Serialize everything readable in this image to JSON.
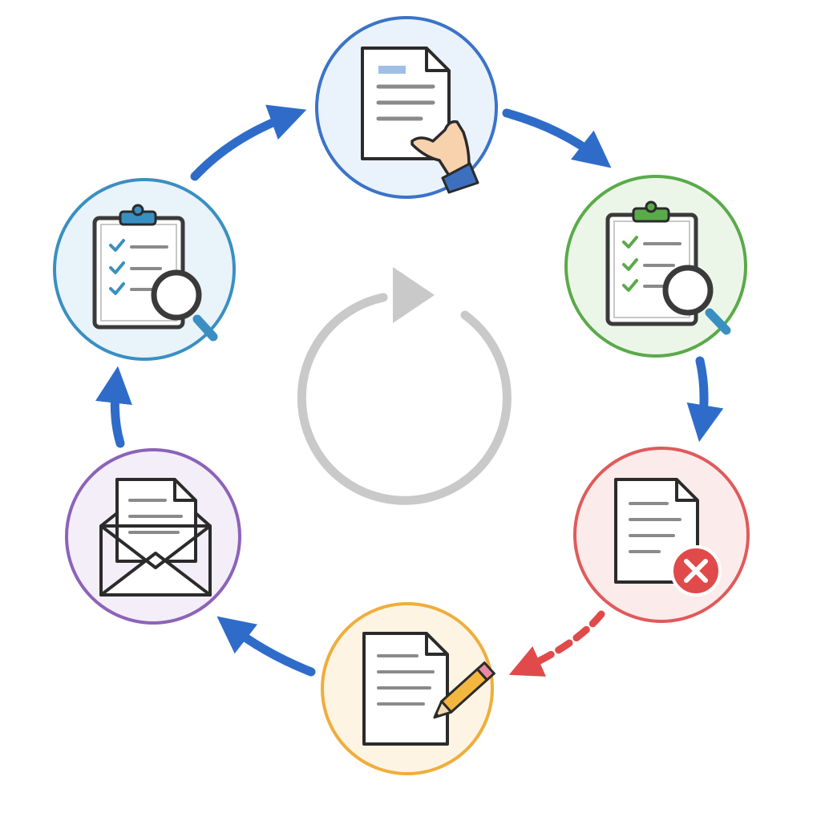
{
  "diagram": {
    "type": "cycle",
    "direction": "clockwise",
    "center_icon": "cycle-refresh-icon",
    "nodes": [
      {
        "id": "submit",
        "icon": "document-hand-icon",
        "color": "#3b73c7",
        "fill": "#eaf2fb"
      },
      {
        "id": "review",
        "icon": "clipboard-magnifier-icon",
        "color": "#5aaa4a",
        "fill": "#ecf6e8"
      },
      {
        "id": "reject",
        "icon": "document-x-icon",
        "color": "#e05a5a",
        "fill": "#fcebeb"
      },
      {
        "id": "revise",
        "icon": "document-pencil-icon",
        "color": "#f0ad3c",
        "fill": "#fdf4e3"
      },
      {
        "id": "resubmit",
        "icon": "envelope-document-icon",
        "color": "#8c63b8",
        "fill": "#f3eef8"
      },
      {
        "id": "recheck",
        "icon": "clipboard-magnifier-icon",
        "color": "#3a8fc2",
        "fill": "#e9f3fa"
      }
    ],
    "edges": [
      {
        "from": "recheck",
        "to": "submit",
        "style": "solid",
        "color": "#2f6cc9"
      },
      {
        "from": "submit",
        "to": "review",
        "style": "solid",
        "color": "#2f6cc9"
      },
      {
        "from": "review",
        "to": "reject",
        "style": "solid",
        "color": "#2f6cc9"
      },
      {
        "from": "reject",
        "to": "revise",
        "style": "dashed",
        "color": "#e04a4a"
      },
      {
        "from": "revise",
        "to": "resubmit",
        "style": "solid",
        "color": "#2f6cc9"
      },
      {
        "from": "resubmit",
        "to": "recheck",
        "style": "solid",
        "color": "#2f6cc9"
      }
    ]
  }
}
